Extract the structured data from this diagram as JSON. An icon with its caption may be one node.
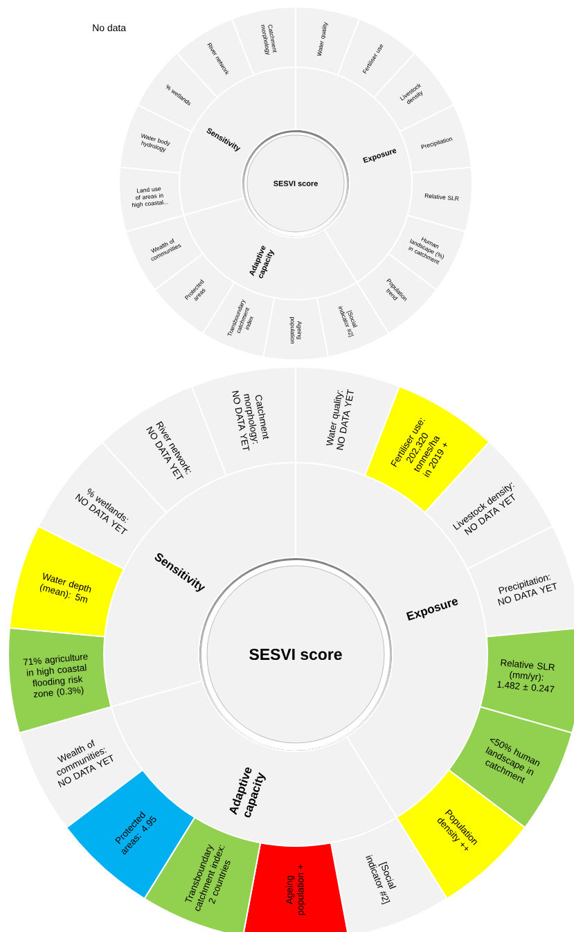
{
  "diagram": {
    "nodes": [
      {
        "text": [
          "SESVI score"
        ]
      },
      {
        "text": [
          "Sensitivity"
        ]
      },
      {
        "text": [
          "Exposure"
        ]
      },
      {
        "text": [
          "Adaptive capacity"
        ]
      },
      {
        "text": [
          "Water quality"
        ]
      },
      {
        "text": [
          "Fertiliser use"
        ]
      },
      {
        "text": [
          "Livestock density"
        ]
      },
      {
        "text": [
          "Precipitation"
        ]
      },
      {
        "text": [
          "Relative SLR"
        ]
      },
      {
        "text": [
          "Human landscape (%) in catchment"
        ]
      },
      {
        "text": [
          "Population trend"
        ]
      },
      {
        "text": [
          "[Social indicator #2]"
        ]
      },
      {
        "text": [
          "Ageing population"
        ]
      },
      {
        "text": [
          "Transboundary catchment index"
        ]
      },
      {
        "text": [
          "Protected areas"
        ]
      },
      {
        "text": [
          "Wealth of communities"
        ]
      },
      {
        "text": [
          "Land use of areas in high coastal..."
        ]
      },
      {
        "text": [
          "Water body hydrology"
        ]
      },
      {
        "text": [
          "% wetlands"
        ]
      },
      {
        "text": [
          "River network"
        ]
      },
      {
        "text": [
          "Catchment morphology"
        ]
      },
      {
        "text": [
          "SESVI score"
        ]
      },
      {
        "text": [
          "Sensitivity"
        ]
      },
      {
        "text": [
          "Exposure"
        ]
      },
      {
        "text": [
          "Adaptive capacity"
        ]
      },
      {
        "text": [
          "Water quality: NO DATA YET"
        ]
      },
      {
        "text": [
          "Fertiliser use: 202,320 tonnes/ha in 2019 +"
        ]
      },
      {
        "text": [
          "Livestock density: NO DATA YET"
        ]
      },
      {
        "text": [
          "Precipitation: NO DATA YET"
        ]
      },
      {
        "text": [
          "Relative SLR (mm/yr): 1.482 ± 0.247"
        ]
      },
      {
        "text": [
          "<50% human landscape in catchment"
        ]
      },
      {
        "text": [
          "Population density ++"
        ]
      },
      {
        "text": [
          "[Social indicator #2]"
        ]
      },
      {
        "text": [
          "Ageing population +"
        ]
      },
      {
        "text": [
          "Transboundary catchment index: 2 countries"
        ]
      },
      {
        "text": [
          "Protected areas: 4.95"
        ]
      },
      {
        "text": [
          "Wealth of communities: NO DATA YET"
        ]
      },
      {
        "text": [
          "71% agriculture in high coastal flooding risk zone (0.3%)"
        ]
      },
      {
        "text": [
          "Water depth (mean): 5m"
        ]
      },
      {
        "text": [
          "% wetlands: NO DATA YET"
        ]
      },
      {
        "text": [
          "River network: NO DATA YET"
        ]
      },
      {
        "text": [
          "Catchment morphology: NO DATA YET"
        ]
      }
    ],
    "labels": [
      "No data"
    ]
  }
}
